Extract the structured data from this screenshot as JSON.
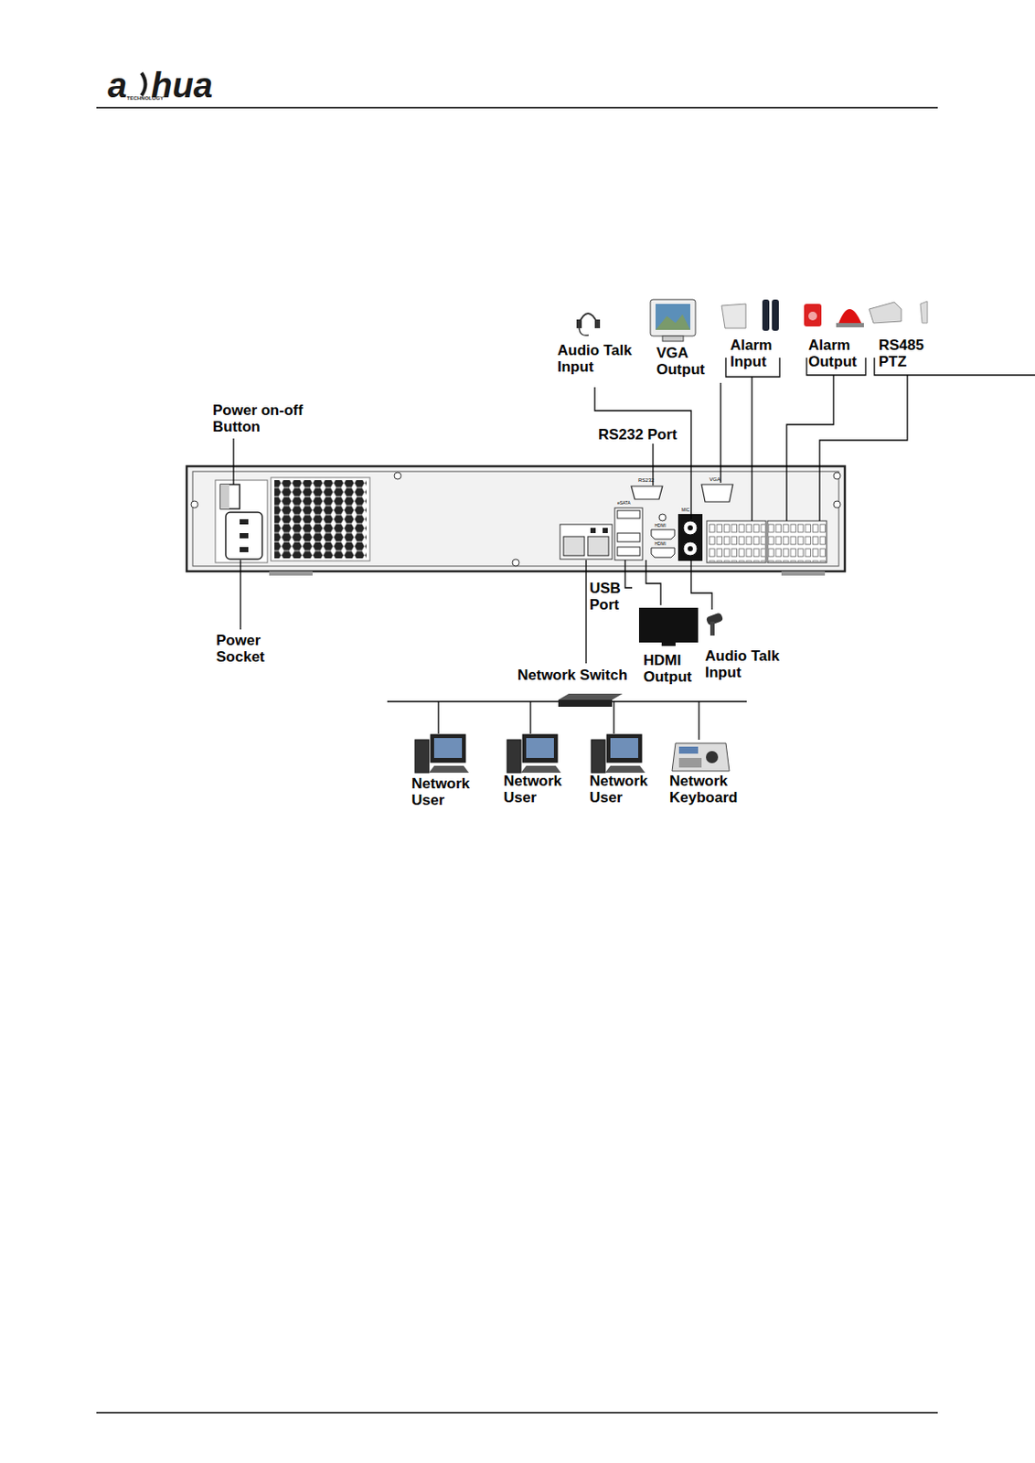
{
  "diagram": {
    "labels": [
      "a",
      "hua",
      "TECHNOLOGY",
      "Audio Talk Input",
      "VGA Output",
      "Alarm Input",
      "Alarm Output",
      "RS485 PTZ",
      "Power on-off Button",
      "RS232 Port",
      "RS232",
      "VGA",
      "eSATA",
      "HDMI",
      "HDMI",
      "MIC",
      "USB Port",
      "Power Socket",
      "Network Switch",
      "HDMI Output",
      "Audio Talk Input",
      "Network User",
      "Network User",
      "Network User",
      "Network Keyboard"
    ]
  }
}
